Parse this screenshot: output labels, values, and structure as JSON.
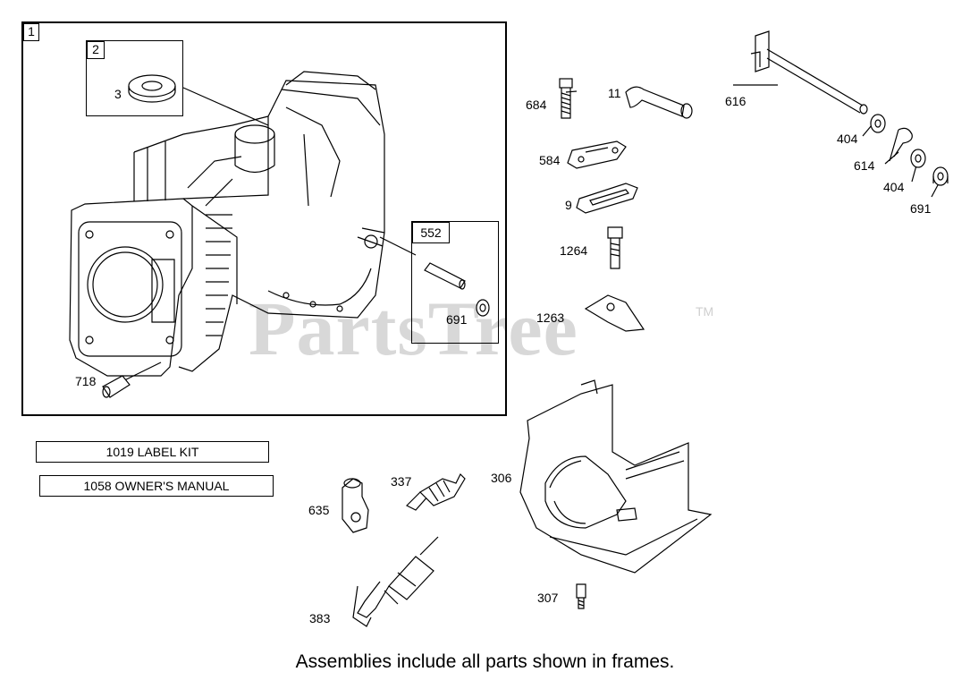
{
  "watermark": {
    "text": "PartsTree",
    "tm": "TM"
  },
  "frames": {
    "main": "1",
    "bearing": "2",
    "pin_kit": "552"
  },
  "callouts": {
    "seal": "3",
    "dowel": "718",
    "pin_kit_nut": "691",
    "screw_684": "684",
    "tube_11": "11",
    "rod_616": "616",
    "washer_404a": "404",
    "clip_614": "614",
    "washer_404b": "404",
    "nut_691": "691",
    "plate_584": "584",
    "gasket_9": "9",
    "bolt_1264": "1264",
    "plate_1263": "1263",
    "plug_337": "337",
    "shield_306": "306",
    "boot_635": "635",
    "screw_307": "307",
    "tool_383": "383"
  },
  "kits": {
    "label_kit": "1019 LABEL KIT",
    "owners_manual": "1058 OWNER'S MANUAL"
  },
  "footer": "Assemblies include all parts shown in frames."
}
